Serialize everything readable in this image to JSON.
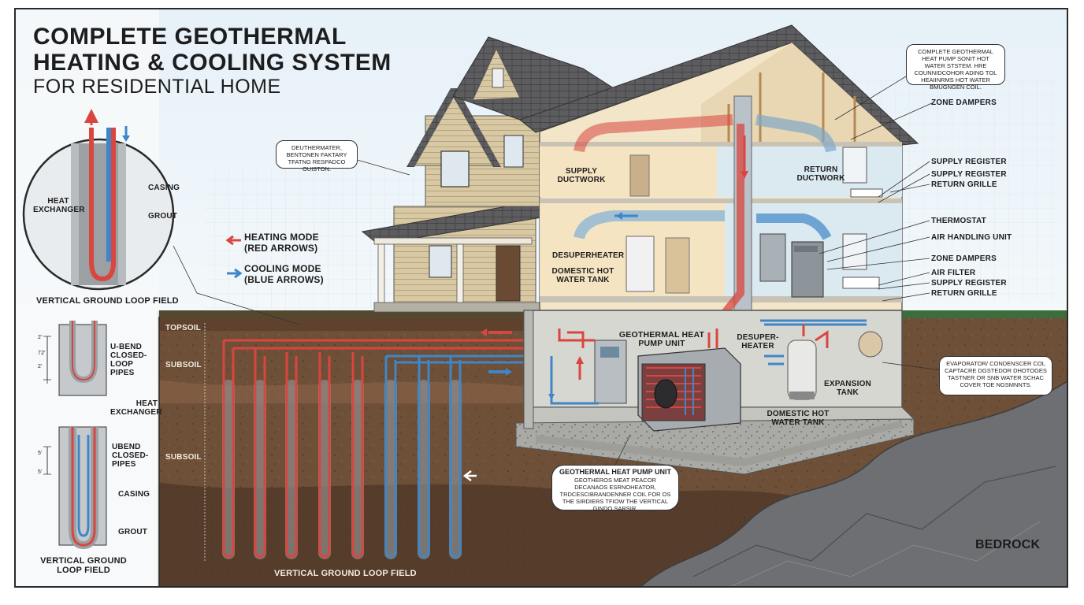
{
  "title": {
    "line1": "COMPLETE GEOTHERMAL",
    "line2": "HEATING & COOLING SYSTEM",
    "line3": "FOR RESIDENTIAL HOME"
  },
  "legend": {
    "heating": "HEATING MODE",
    "heating_sub": "(RED ARROWS)",
    "cooling": "COOLING MODE",
    "cooling_sub": "(BLUE ARROWS)"
  },
  "colors": {
    "heating": "#d9463f",
    "cooling": "#3f86c8",
    "soil_dark": "#5c4330",
    "soil_mid": "#7a5a3f",
    "bedrock": "#6d6f72",
    "siding": "#d6c7a2",
    "roof": "#5b5b5b"
  },
  "loop_detail": {
    "heat_exchanger": "HEAT EXCHANGER",
    "casing": "CASING",
    "grout": "GROUT",
    "caption": "VERTICAL GROUND LOOP FIELD"
  },
  "borehole_detail": {
    "u_bend": "U-BEND CLOSED- LOOP PIPES",
    "heat_exchanger": "HEAT EXCHANGER",
    "ubend2": "UBEND CLOSED- PIPES",
    "casing": "CASING",
    "grout": "GROUT",
    "caption": "VERTICAL GROUND LOOP FIELD",
    "dim1": "2'",
    "dim2": "72'",
    "dim3": "2'",
    "dim4": "5'",
    "dim5": "5'"
  },
  "soil_layers": {
    "topsoil": "TOPSOIL",
    "subsoil1": "SUBSOIL",
    "subsoil2": "SUBSOIL",
    "bedrock": "BEDROCK",
    "loop_field_caption": "VERTICAL GROUND LOOP FIELD"
  },
  "house_labels": {
    "supply_ductwork": "SUPPLY DUCTWORK",
    "return_ductwork": "RETURN DUCTWORK",
    "desuperheater": "DESUPERHEATER",
    "domestic_hot_water_tank": "DOMESTIC HOT WATER TANK",
    "geothermal_heat_pump_unit": "GEOTHERMAL HEAT PUMP UNIT",
    "desuperheater_basement": "DESUPER- HEATER",
    "expansion_tank": "EXPANSION TANK",
    "domestic_hot_water_tank_basement": "DOMESTIC HOT WATER TANK"
  },
  "right_labels": [
    "ZONE DAMPERS",
    "SUPPLY REGISTER",
    "SUPPLY REGISTER",
    "RETURN GRILLE",
    "THERMOSTAT",
    "AIR HANDLING UNIT",
    "ZONE DAMPERS",
    "AIR FILTER",
    "SUPPLY REGISTER",
    "RETURN GRILLE"
  ],
  "callouts": {
    "top_right": "COMPLETE GEOTHERMAL HEAT PUMP SONIT HOT WATER STSTEM. HRE COUNNIDCOHOR ADING TOL HEAIINRMS HOT WATER BMUGNGEN COIL.",
    "desuperheater_note": "DEUTHERMATER, BENTONEN FAKTARY TFATNG RESPADCO OUISTON.",
    "evaporator": "EVAPORATOR/ CONDENSCER COL CAPTACRE DGSTEDOR DHOTOGES TASTNER OR SNB WATER SCHAC COVER TOE NGSMNNTS.",
    "ghp_title": "GEOTHERMAL HEAT PUMP UNIT",
    "ghp_body": "GEOTHEROS MEAT PEACOR DECANAOS ESRNOHEATOR, TRDCESCIBRANDENNER COIL FOR OS THE SIRDIERS TFIOW THE VERTICAL GINDO SARSIR."
  }
}
